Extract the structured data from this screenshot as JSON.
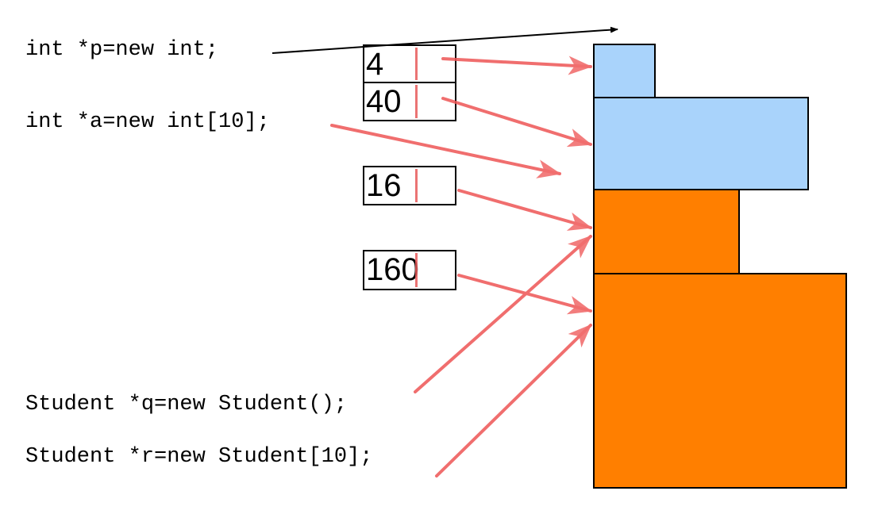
{
  "code_lines": {
    "int_p": "int *p=new int;",
    "int_a": "int *a=new int[10];",
    "student_q": "Student *q=new Student();",
    "student_r": "Student *r=new Student[10];"
  },
  "size_labels": {
    "int_p": "4",
    "int_a": "40",
    "student_q": "16",
    "student_r": "160"
  },
  "colors": {
    "int_block": "#a9d3fb",
    "student_block": "#ff7f00",
    "arrow": "#ee5555"
  }
}
